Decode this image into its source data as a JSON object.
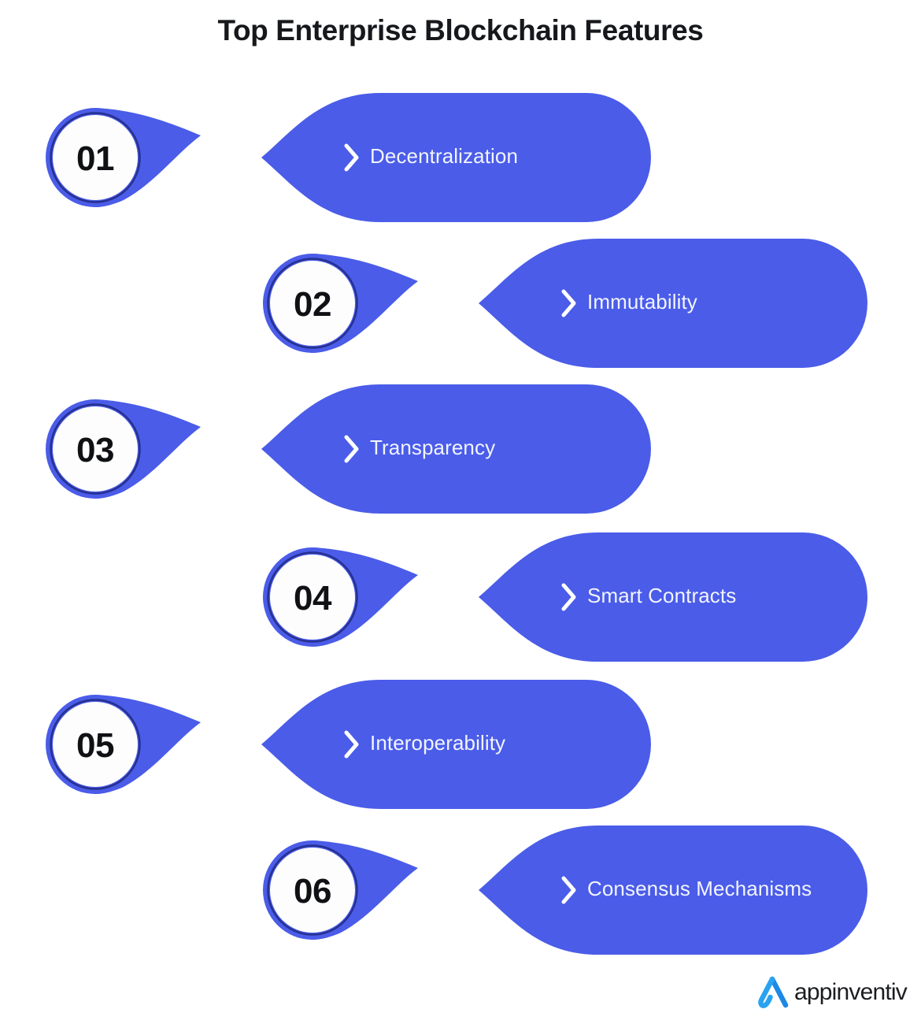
{
  "page": {
    "title": "Top Enterprise Blockchain Features",
    "background_color": "#ffffff"
  },
  "colors": {
    "pill_blue": "#4a5ce8",
    "ring_blue": "#4a5ce8",
    "ring_outline_navy": "#26308f",
    "circle_fill": "#fdfdfd",
    "number_text": "#101114",
    "label_text": "#f2f4ff",
    "title_text": "#16181c",
    "logo_mark_blue": "#2196f3",
    "logo_word_text": "#1b1d21"
  },
  "items": [
    {
      "number": "01",
      "label": "Decentralization",
      "side": "left",
      "chevron_icon": "chevron-right-icon"
    },
    {
      "number": "02",
      "label": "Immutability",
      "side": "right",
      "chevron_icon": "chevron-right-icon"
    },
    {
      "number": "03",
      "label": "Transparency",
      "side": "left",
      "chevron_icon": "chevron-right-icon"
    },
    {
      "number": "04",
      "label": "Smart Contracts",
      "side": "right",
      "chevron_icon": "chevron-right-icon"
    },
    {
      "number": "05",
      "label": "Interoperability",
      "side": "left",
      "chevron_icon": "chevron-right-icon"
    },
    {
      "number": "06",
      "label": "Consensus Mechanisms",
      "side": "right",
      "chevron_icon": "chevron-right-icon"
    }
  ],
  "logo": {
    "mark_icon": "appinventiv-a-mark-icon",
    "word": "appinventiv"
  }
}
